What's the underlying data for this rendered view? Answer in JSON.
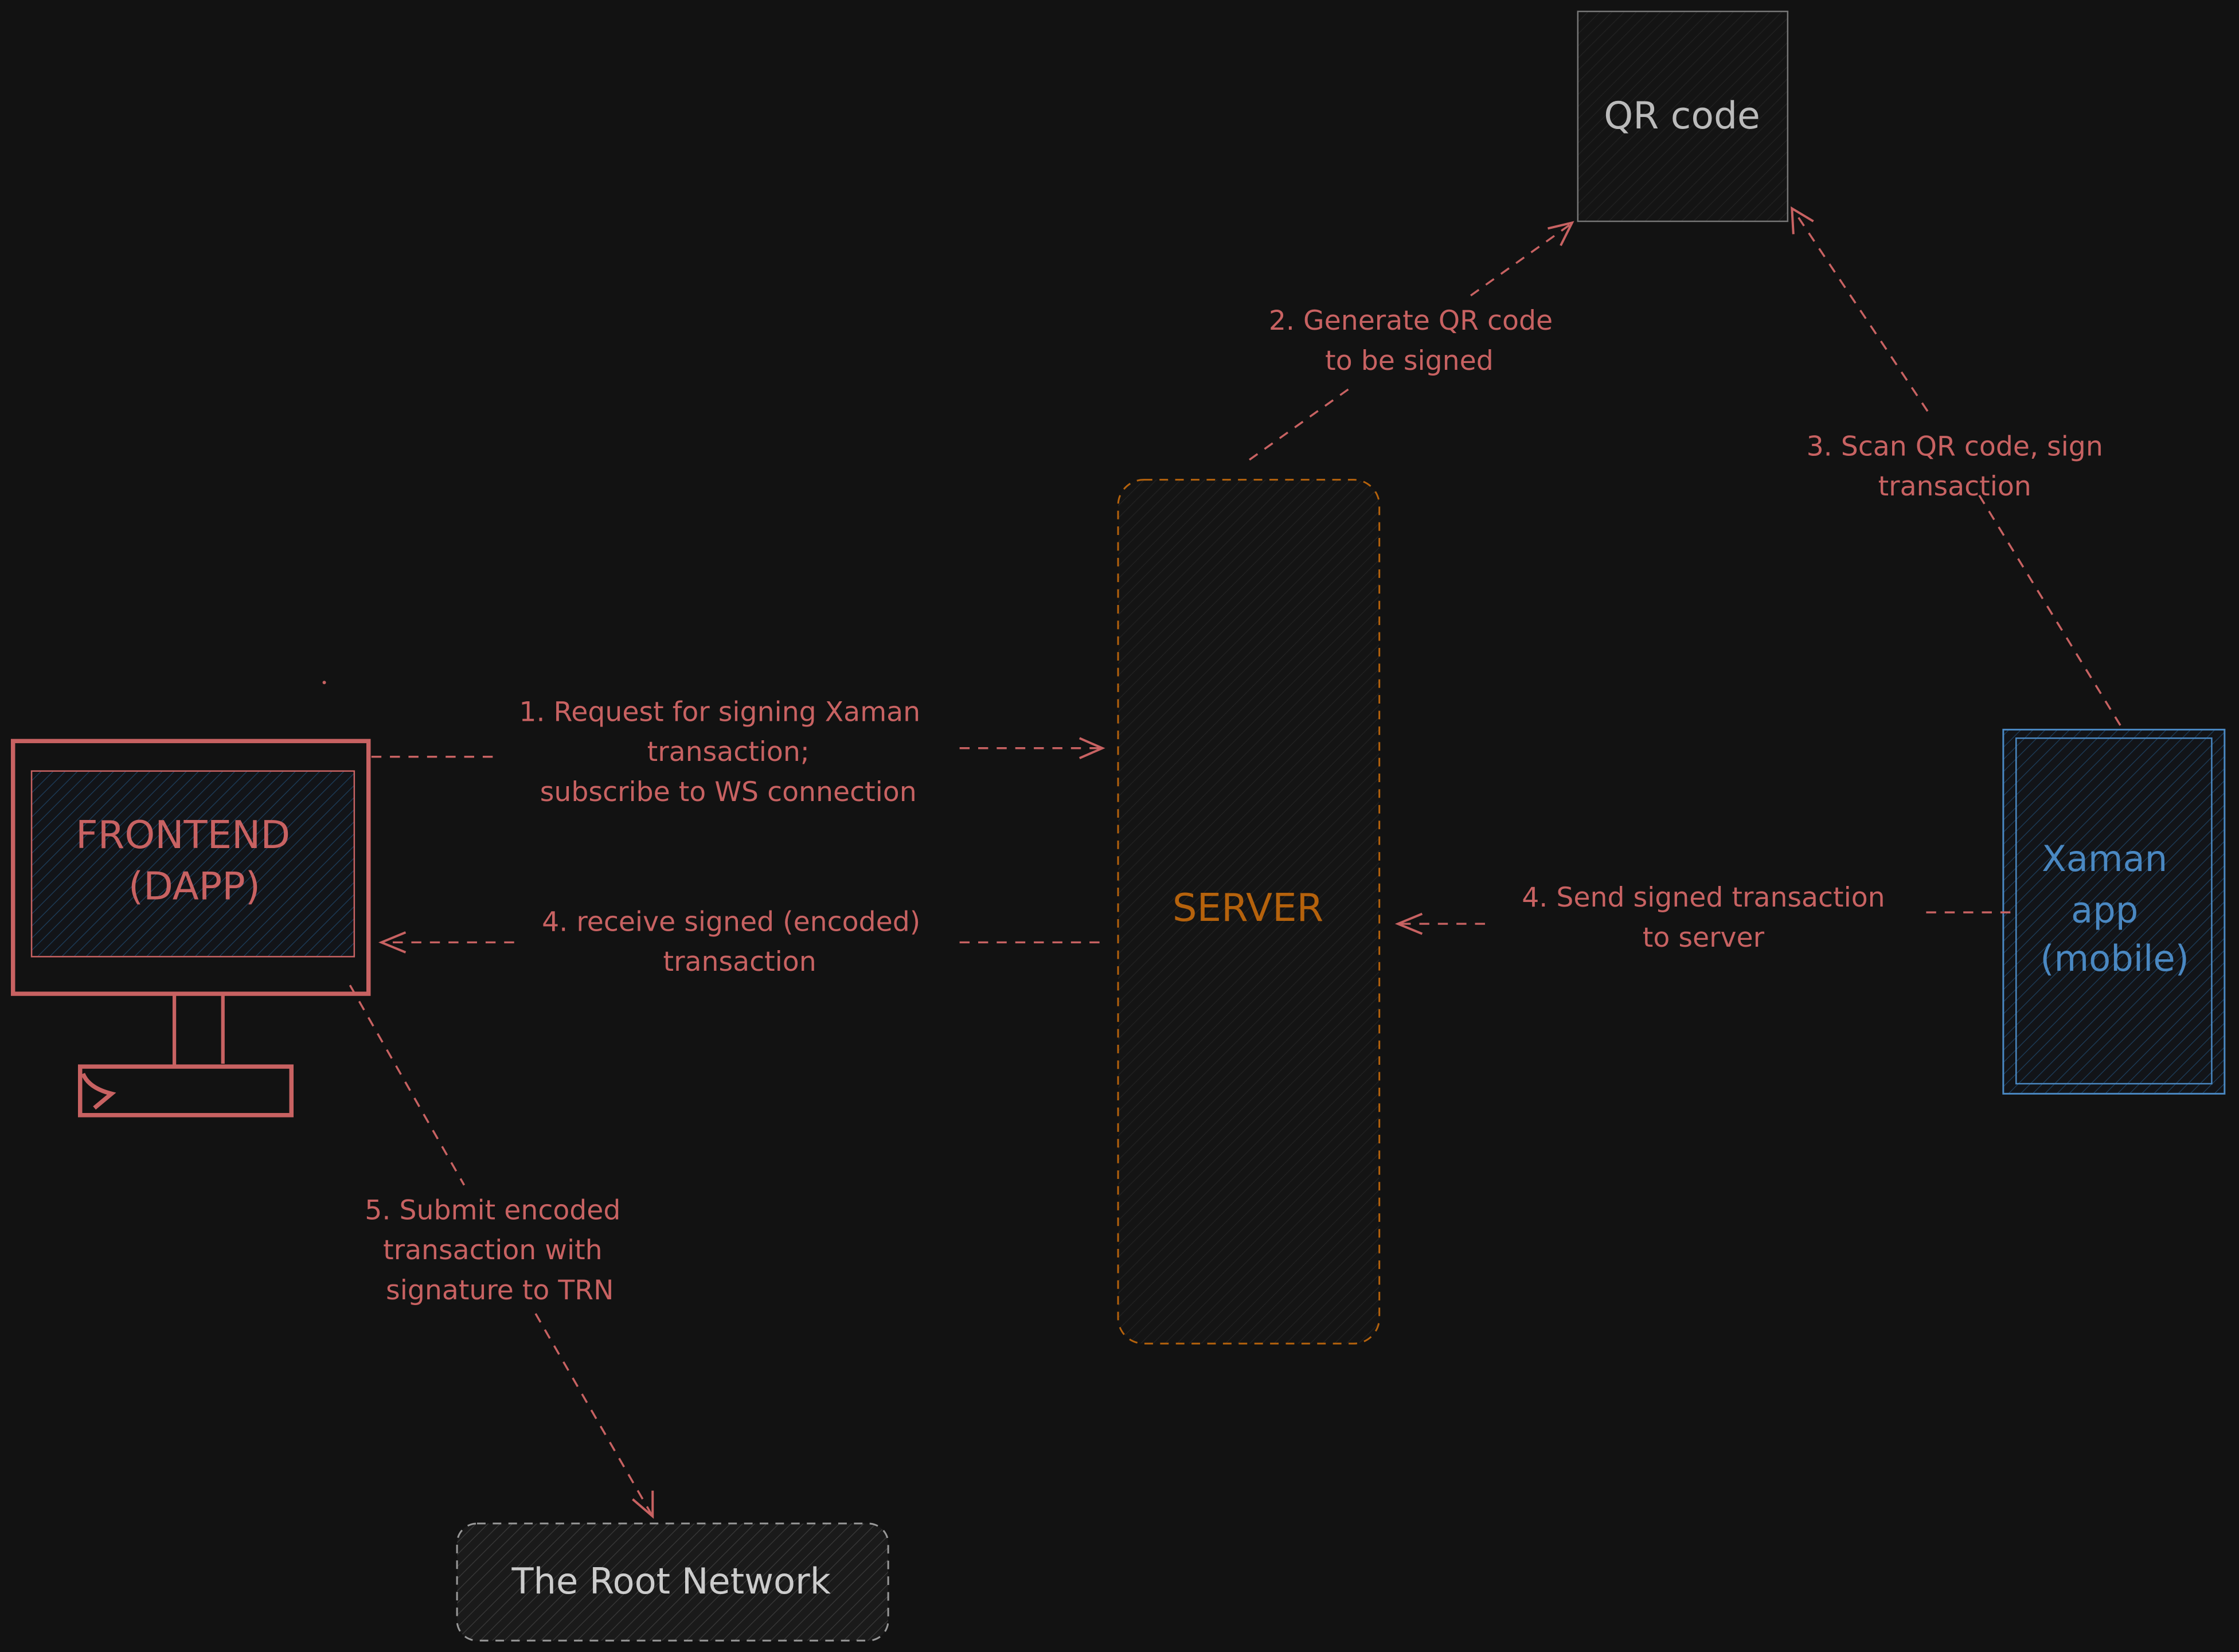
{
  "nodes": {
    "frontend": {
      "line1": "FRONTEND",
      "line2": "(DAPP)"
    },
    "server": {
      "label": "SERVER"
    },
    "qr_code": {
      "label": "QR code"
    },
    "xaman": {
      "line1": "Xaman",
      "line2": "app",
      "line3": "(mobile)"
    },
    "root_network": {
      "label": "The Root Network"
    }
  },
  "edges": {
    "step1": {
      "line1": "1. Request for signing Xaman",
      "line2": "transaction;",
      "line3": "subscribe to WS connection"
    },
    "step2": {
      "line1": "2. Generate QR code",
      "line2": "to be signed"
    },
    "step3": {
      "line1": "3. Scan QR code, sign",
      "line2": "transaction"
    },
    "step4_send": {
      "line1": "4. Send signed transaction",
      "line2": "to server"
    },
    "step4_receive": {
      "line1": "4. receive signed (encoded)",
      "line2": "transaction"
    },
    "step5": {
      "line1": "5. Submit encoded",
      "line2": "transaction with",
      "line3": "signature to TRN"
    }
  },
  "colors": {
    "background": "#121212",
    "frontend": "#c86262",
    "server": "#b5620c",
    "xaman": "#4a88c2",
    "qr": "#bbbbbb",
    "arrows": "#c86262"
  }
}
